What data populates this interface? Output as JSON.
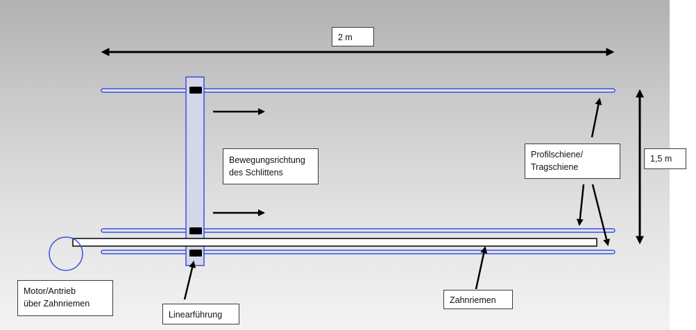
{
  "labels": {
    "width": "2 m",
    "height": "1,5 m",
    "movement": [
      "Bewegungsrichtung",
      "des Schlittens"
    ],
    "rail": [
      "Profilschiene/",
      "Tragschiene"
    ],
    "motor": [
      "Motor/Antrieb",
      "über Zahnriemen"
    ],
    "linear_guide": "Linearführung",
    "belt": "Zahnriemen"
  },
  "colors": {
    "rail": "#3c50d8",
    "rail_fill": "#dfe3f5",
    "block": "#000000",
    "arrow": "#000000"
  }
}
